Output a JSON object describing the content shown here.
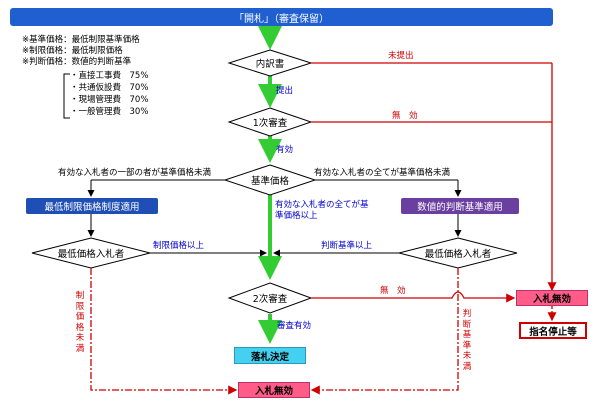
{
  "title": "「開札」（審査保留）",
  "notes": [
    "※基準価格：最低制限基準価格",
    "※制限価格：最低制限価格",
    "※判断価格：数値的判断基準"
  ],
  "ratios": [
    "・直接工事費　75%",
    "・共通仮設費　70%",
    "・現場管理費　70%",
    "・一般管理費　30%"
  ],
  "nodes": {
    "proposal": "内訳書",
    "first_review": "1次審査",
    "base_price": "基準価格",
    "min_limit_system": "最低制限価格制度適用",
    "numeric_criteria": "数値的判断基準適用",
    "lowest_left": "最低価格入札者",
    "lowest_right": "最低価格入札者",
    "second_review": "2次審査",
    "award": "落札決定",
    "invalid_right": "入札無効",
    "suspension": "指名停止等",
    "invalid_bottom": "入札無効"
  },
  "labels": {
    "not_submitted": "未提出",
    "submitted": "提出",
    "invalid1": "無　効",
    "valid": "有効",
    "some_below": "有効な入札者の一部の者が基準価格未満",
    "all_below": "有効な入札者の全てが基準価格未満",
    "all_above": "有効な入札者の全てが基準価格以上",
    "limit_above": "制限価格以上",
    "judge_above": "判断基準以上",
    "invalid2": "無　効",
    "review_valid": "審査有効",
    "limit_below": "制限価格未満",
    "judge_below": "判断基準未満"
  },
  "colors": {
    "main_flow": "#33cc33",
    "invalid": "#d00000",
    "title_bg": "#1f5fd0",
    "min_limit_bg": "#1f4fb4",
    "numeric_bg": "#6a3fa0",
    "award_bg": "#44d0f0",
    "invalid_bg": "#ff5c8a"
  }
}
